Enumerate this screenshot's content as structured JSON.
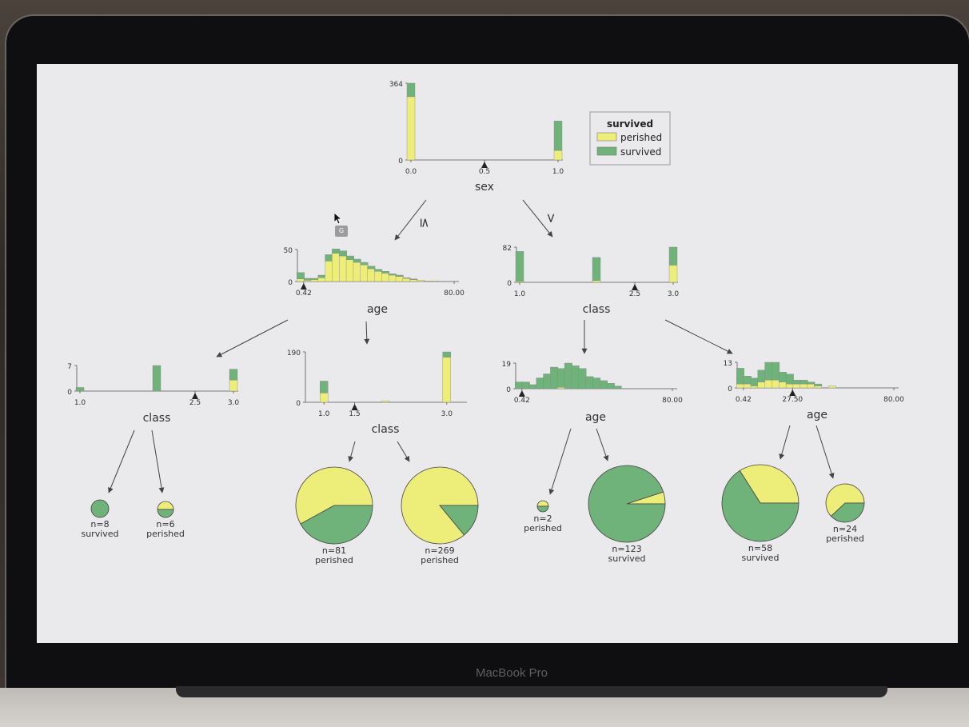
{
  "device": {
    "brand": "MacBook Pro"
  },
  "cursor_tooltip": "G",
  "legend": {
    "title": "survived",
    "items": [
      "perished",
      "survived"
    ]
  },
  "colors": {
    "perished": "#eded7a",
    "survived": "#6fb27a",
    "axis": "#555555"
  },
  "edge_labels": {
    "left": "≤",
    "right": ">"
  },
  "nodes": [
    {
      "id": "root",
      "feature": "sex",
      "split": "0.5",
      "ymax": "364",
      "xmin": "0.0",
      "xmax": "1.0"
    },
    {
      "id": "L",
      "feature": "age",
      "split": "0.42",
      "ymax": "50",
      "xmin": "0.42",
      "xmax": "80.00"
    },
    {
      "id": "R",
      "feature": "class",
      "split": "2.5",
      "ymax": "82",
      "xmin": "1.0",
      "xmax": "3.0"
    },
    {
      "id": "LL",
      "feature": "class",
      "split": "2.5",
      "ymax": "7",
      "xmin": "1.0",
      "xmax": "3.0"
    },
    {
      "id": "LR",
      "feature": "class",
      "split": "1.5",
      "ymax": "190",
      "xmin": "1.0",
      "xmax": "3.0"
    },
    {
      "id": "RL",
      "feature": "age",
      "split": "0.42",
      "ymax": "19",
      "xmin": "0.42",
      "xmax": "80.00"
    },
    {
      "id": "RR",
      "feature": "age",
      "split": "27.50",
      "ymax": "13",
      "xmin": "0.42",
      "xmax": "80.00"
    }
  ],
  "leaves": [
    {
      "n": "n=8",
      "label": "survived",
      "perished_frac": 0.0
    },
    {
      "n": "n=6",
      "label": "perished",
      "perished_frac": 0.5
    },
    {
      "n": "n=81",
      "label": "perished",
      "perished_frac": 0.58
    },
    {
      "n": "n=269",
      "label": "perished",
      "perished_frac": 0.86
    },
    {
      "n": "n=2",
      "label": "perished",
      "perished_frac": 0.5
    },
    {
      "n": "n=123",
      "label": "survived",
      "perished_frac": 0.05
    },
    {
      "n": "n=58",
      "label": "survived",
      "perished_frac": 0.34
    },
    {
      "n": "n=24",
      "label": "perished",
      "perished_frac": 0.62
    }
  ],
  "chart_data": [
    {
      "type": "bar",
      "title": "",
      "xlabel": "sex",
      "ylabel": "",
      "categories": [
        "0.0",
        "1.0"
      ],
      "series": [
        {
          "name": "perished",
          "values": [
            300,
            45
          ]
        },
        {
          "name": "survived",
          "values": [
            64,
            140
          ]
        }
      ],
      "ylim": [
        0,
        364
      ],
      "split": 0.5
    },
    {
      "type": "bar",
      "title": "",
      "xlabel": "age",
      "ylabel": "",
      "categories": [
        "0.42",
        "4",
        "8",
        "12",
        "16",
        "20",
        "24",
        "28",
        "32",
        "36",
        "40",
        "44",
        "48",
        "52",
        "56",
        "60",
        "64",
        "68",
        "72",
        "76",
        "80"
      ],
      "series": [
        {
          "name": "perished",
          "values": [
            4,
            2,
            3,
            6,
            32,
            44,
            40,
            34,
            30,
            26,
            20,
            16,
            13,
            10,
            8,
            5,
            3,
            2,
            1,
            1,
            0
          ]
        },
        {
          "name": "survived",
          "values": [
            10,
            3,
            2,
            4,
            10,
            7,
            8,
            6,
            5,
            4,
            4,
            3,
            3,
            2,
            2,
            1,
            1,
            0,
            0,
            0,
            0
          ]
        }
      ],
      "ylim": [
        0,
        50
      ],
      "split": 0.42
    },
    {
      "type": "bar",
      "title": "",
      "xlabel": "class",
      "ylabel": "",
      "categories": [
        "1.0",
        "2.0",
        "3.0"
      ],
      "series": [
        {
          "name": "perished",
          "values": [
            2,
            4,
            40
          ]
        },
        {
          "name": "survived",
          "values": [
            70,
            54,
            42
          ]
        }
      ],
      "ylim": [
        0,
        82
      ],
      "split": 2.5
    },
    {
      "type": "bar",
      "title": "",
      "xlabel": "class",
      "ylabel": "",
      "categories": [
        "1.0",
        "2.0",
        "3.0"
      ],
      "series": [
        {
          "name": "perished",
          "values": [
            0,
            0,
            3
          ]
        },
        {
          "name": "survived",
          "values": [
            1,
            7,
            3
          ]
        }
      ],
      "ylim": [
        0,
        7
      ],
      "split": 2.5
    },
    {
      "type": "bar",
      "title": "",
      "xlabel": "class",
      "ylabel": "",
      "categories": [
        "1.0",
        "2.0",
        "3.0"
      ],
      "series": [
        {
          "name": "perished",
          "values": [
            35,
            5,
            170
          ]
        },
        {
          "name": "survived",
          "values": [
            45,
            0,
            20
          ]
        }
      ],
      "ylim": [
        0,
        190
      ],
      "split": 1.5
    },
    {
      "type": "bar",
      "title": "",
      "xlabel": "age",
      "ylabel": "",
      "categories": [
        "0.42",
        "4",
        "8",
        "12",
        "16",
        "20",
        "24",
        "28",
        "32",
        "36",
        "40",
        "44",
        "48",
        "52",
        "56",
        "60",
        "64",
        "68",
        "72",
        "76",
        "80"
      ],
      "series": [
        {
          "name": "perished",
          "values": [
            0,
            0,
            0,
            0,
            0,
            0,
            1,
            0,
            0,
            0,
            0,
            0,
            0,
            0,
            0,
            0,
            0,
            0,
            0,
            0,
            0
          ]
        },
        {
          "name": "survived",
          "values": [
            5,
            5,
            3,
            8,
            11,
            16,
            14,
            19,
            17,
            15,
            9,
            8,
            6,
            4,
            2,
            0,
            0,
            0,
            0,
            0,
            0
          ]
        }
      ],
      "ylim": [
        0,
        19
      ],
      "split": 0.42
    },
    {
      "type": "bar",
      "title": "",
      "xlabel": "age",
      "ylabel": "",
      "categories": [
        "0.42",
        "4",
        "8",
        "12",
        "16",
        "20",
        "24",
        "28",
        "32",
        "36",
        "40",
        "44",
        "48",
        "52",
        "56",
        "60",
        "64",
        "68",
        "72",
        "76",
        "80"
      ],
      "series": [
        {
          "name": "perished",
          "values": [
            2,
            2,
            1,
            3,
            4,
            4,
            3,
            2,
            2,
            2,
            2,
            1,
            0,
            1,
            0,
            0,
            0,
            0,
            0,
            0,
            0
          ]
        },
        {
          "name": "survived",
          "values": [
            8,
            4,
            4,
            6,
            9,
            9,
            5,
            5,
            2,
            2,
            1,
            1,
            0,
            0,
            0,
            0,
            0,
            0,
            0,
            0,
            0
          ]
        }
      ],
      "ylim": [
        0,
        13
      ],
      "split": 27.5
    }
  ]
}
